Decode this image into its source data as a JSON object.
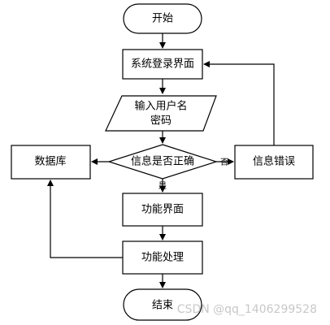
{
  "nodes": {
    "start": "开始",
    "login": "系统登录界面",
    "input_line1": "输入用户名",
    "input_line2": "密码",
    "check": "信息是否正确",
    "database": "数据库",
    "error": "信息错误",
    "function_ui": "功能界面",
    "function_proc": "功能处理",
    "end": "结束"
  },
  "edges": {
    "yes_label": "是",
    "no_label": "否"
  },
  "watermark": "CSDN @qq_1406299528"
}
